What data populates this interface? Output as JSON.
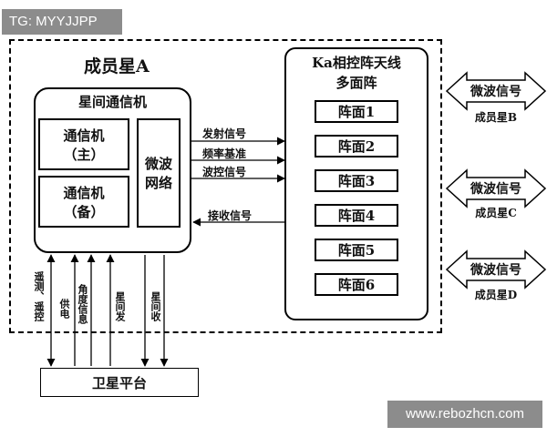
{
  "watermark_tag": "TG: MYYJJPP",
  "site_tag": "www.rebozhcn.com",
  "satellite_a": {
    "title": "成员星A",
    "isl_unit": {
      "title": "星间通信机",
      "primary_line1": "通信机",
      "primary_line2": "（主）",
      "backup_line1": "通信机",
      "backup_line2": "（备）",
      "network_line1": "微波",
      "network_line2": "网络"
    }
  },
  "antenna": {
    "title_line1": "Ka相控阵天线",
    "title_line2": "多面阵",
    "panels": [
      "阵面1",
      "阵面2",
      "阵面3",
      "阵面4",
      "阵面5",
      "阵面6"
    ]
  },
  "signals": {
    "transmit": "发射信号",
    "freq_ref": "频率基准",
    "beam_ctrl": "波控信号",
    "receive": "接收信号"
  },
  "platform": {
    "title": "卫星平台",
    "links": [
      "遥测、遥控",
      "供电",
      "角度信息",
      "星间发",
      "星间收"
    ]
  },
  "peers": [
    {
      "signal": "微波信号",
      "name": "成员星B"
    },
    {
      "signal": "微波信号",
      "name": "成员星C"
    },
    {
      "signal": "微波信号",
      "name": "成员星D"
    }
  ]
}
